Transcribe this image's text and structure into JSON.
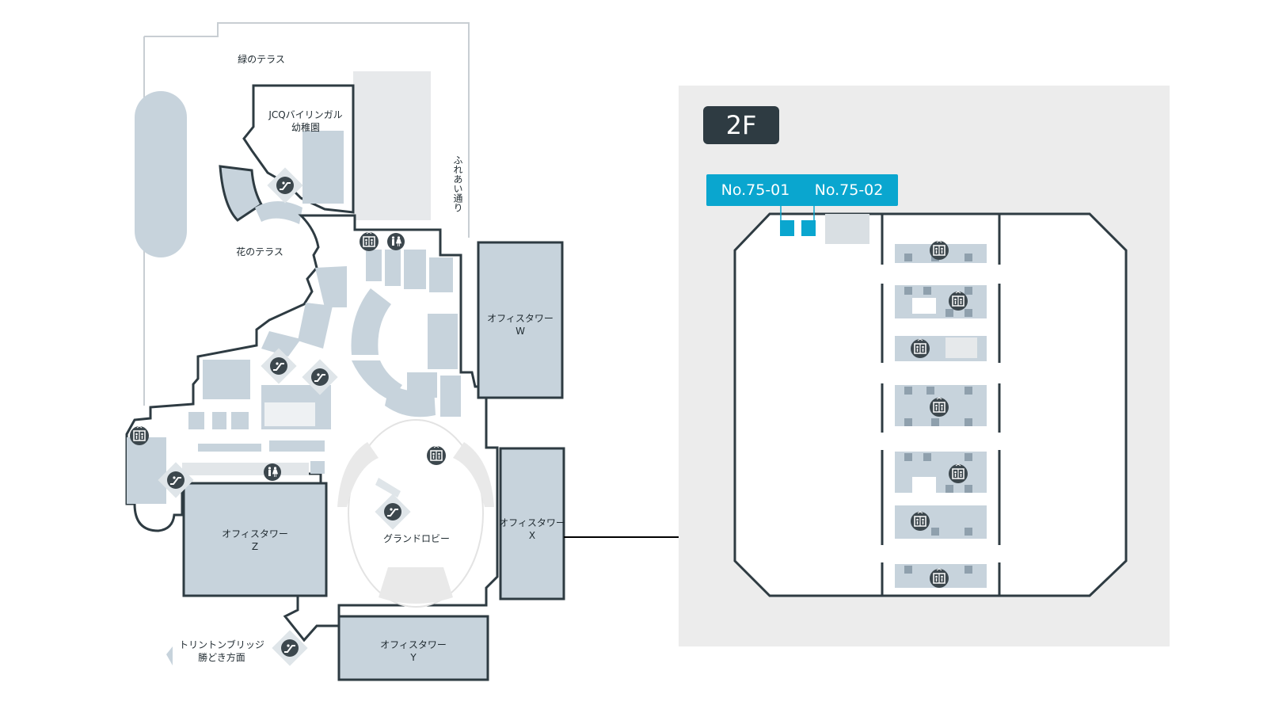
{
  "map": {
    "floor": "2F",
    "units": [
      "No.75-01",
      "No.75-02"
    ],
    "areas": {
      "green_terrace": "緑のテラス",
      "kindergarten_line1": "JCQバイリンガル",
      "kindergarten_line2": "幼稚園",
      "fureai_dori": "ふれあい通り",
      "flower_terrace": "花のテラス",
      "grand_lobby": "グランドロビー",
      "tower_label": "オフィスタワー",
      "tower_w": "W",
      "tower_x": "X",
      "tower_y": "Y",
      "tower_z": "Z",
      "bridge_line1": "トリントンブリッジ",
      "bridge_line2": "勝どき方面"
    },
    "colors": {
      "building_fill": "#c7d3dc",
      "outline": "#2e3b42",
      "highlight": "#0aa6cf",
      "panel_bg": "#ececec",
      "icon_bg": "#3c474d"
    },
    "icons": [
      "elevator-icon",
      "escalator-icon",
      "restroom-icon",
      "arrow-left-icon"
    ]
  }
}
